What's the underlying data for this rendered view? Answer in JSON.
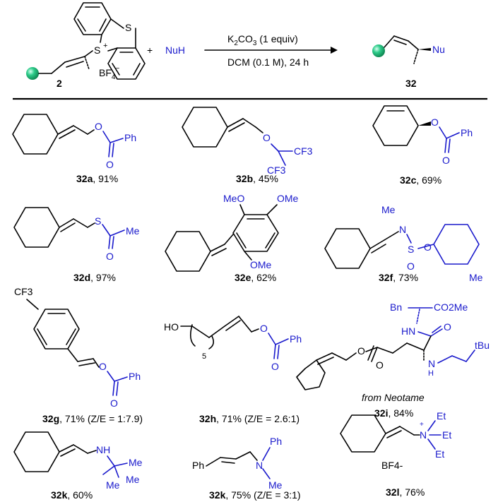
{
  "header": {
    "reagent_top": "K2CO3 (1 equiv)",
    "reagent_top_main": "K",
    "reagent_top_sub": "2",
    "reagent_top_rest": "CO",
    "reagent_top_sub2": "3",
    "reagent_top_tail": " (1 equiv)",
    "reagent_bottom": "DCM (0.1 M), 24 h",
    "plus": "+",
    "nucleophile": "NuH",
    "start_label": "2",
    "product_label": "32",
    "sulfur_plus": "S",
    "charge_plus": "+",
    "sulfur_ring": "S",
    "counterion": "BF",
    "counterion_sub": "4",
    "counterion_charge": "−",
    "product_nu": "Nu"
  },
  "compounds": [
    {
      "id": "32a",
      "yield": ", 91%",
      "extra": "",
      "atoms": [
        "O",
        "O",
        "Ph"
      ]
    },
    {
      "id": "32b",
      "yield": ", 45%",
      "extra": "",
      "atoms": [
        "O",
        "CF3",
        "CF3"
      ]
    },
    {
      "id": "32c",
      "yield": ", 69%",
      "extra": "",
      "atoms": [
        "O",
        "O",
        "Ph"
      ]
    },
    {
      "id": "32d",
      "yield": ", 97%",
      "extra": "",
      "atoms": [
        "S",
        "O",
        "Me"
      ]
    },
    {
      "id": "32e",
      "yield": ", 62%",
      "extra": "",
      "atoms": [
        "MeO",
        "OMe",
        "OMe"
      ]
    },
    {
      "id": "32f",
      "yield": ", 73%",
      "extra": "",
      "atoms": [
        "Me",
        "N",
        "S",
        "O",
        "O",
        "Me"
      ]
    },
    {
      "id": "32g",
      "yield": ", 71%",
      "extra": "  (Z/E = 1:7.9)",
      "atoms": [
        "CF3",
        "O",
        "O",
        "Ph"
      ]
    },
    {
      "id": "32h",
      "yield": ", 71%",
      "extra": " (Z/E = 2.6:1)",
      "atoms": [
        "HO",
        "5",
        "O",
        "O",
        "Ph"
      ]
    },
    {
      "id": "32i",
      "yield": ", 84%",
      "extra": "",
      "note": "from Neotame",
      "atoms": [
        "Bn",
        "CO2Me",
        "HN",
        "O",
        "O",
        "O",
        "N",
        "H",
        "tBu"
      ]
    },
    {
      "id": "32k",
      "yield": ", 60%",
      "extra": "",
      "atoms": [
        "NH",
        "Me",
        "Me",
        "Me"
      ]
    },
    {
      "id": "32k",
      "yield": ", 75%",
      "extra": " (Z/E = 3:1)",
      "atoms": [
        "Ph",
        "N",
        "Ph",
        "Me"
      ]
    },
    {
      "id": "32l",
      "yield": ", 76%",
      "extra": "",
      "atoms": [
        "+",
        "N",
        "Et",
        "Et",
        "Et",
        "BF4-"
      ]
    }
  ],
  "colors": {
    "nucleophile": "#1a1acc",
    "substituent_ball": "#2ecc8a",
    "bond": "#000000"
  }
}
